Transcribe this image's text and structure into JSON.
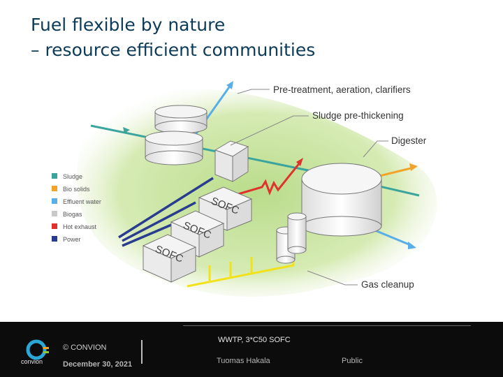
{
  "slide": {
    "title_line1": "Fuel flexible by nature",
    "title_line2": "– resource efficient communities"
  },
  "legend": [
    {
      "label": "Sludge",
      "color": "#3ba49c"
    },
    {
      "label": "Bio solids",
      "color": "#f2a42a"
    },
    {
      "label": "Effluent water",
      "color": "#5aaee8"
    },
    {
      "label": "Biogas",
      "color": "#c8c8c8"
    },
    {
      "label": "Hot exhaust",
      "color": "#e0322d"
    },
    {
      "label": "Power",
      "color": "#2a3c8f"
    }
  ],
  "callouts": {
    "pretreatment": "Pre-treatment, aeration, clarifiers",
    "sludge_thickening": "Sludge pre-thickening",
    "digester": "Digester",
    "gas_cleanup": "Gas cleanup"
  },
  "modules": [
    "SOFC",
    "SOFC",
    "SOFC"
  ],
  "footer": {
    "logo_text": "convion",
    "copyright": "© CONVION",
    "date": "December 30, 2021",
    "caption": "WWTP, 3*C50 SOFC",
    "author": "Tuomas Hakala",
    "classification": "Public"
  },
  "colors": {
    "title": "#0d3b57",
    "background_blob": "#cfe6a8",
    "power": "#2a3c8f",
    "biogas_line": "#f2e21c"
  }
}
